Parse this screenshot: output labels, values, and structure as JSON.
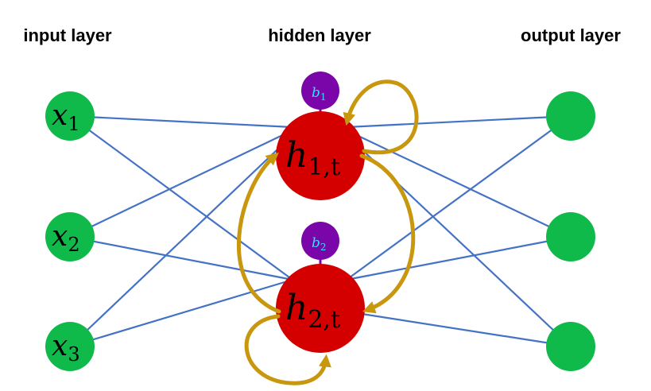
{
  "layers": {
    "input": "input layer",
    "hidden": "hidden layer",
    "output": "output layer"
  },
  "nodes": {
    "x1": {
      "base": "x",
      "sub": "1"
    },
    "x2": {
      "base": "x",
      "sub": "2"
    },
    "x3": {
      "base": "x",
      "sub": "3"
    },
    "h1": {
      "base": "h",
      "sub": "1,t"
    },
    "h2": {
      "base": "h",
      "sub": "2,t"
    },
    "b1": {
      "base": "b",
      "sub": "1"
    },
    "b2": {
      "base": "b",
      "sub": "2"
    }
  },
  "colors": {
    "input_node": "#0fba4a",
    "output_node": "#0fba4a",
    "hidden_node": "#d40000",
    "bias_node": "#7a05a8",
    "bias_text": "#33e0ff",
    "edge": "#4472c4",
    "recurrent": "#c9970e"
  }
}
